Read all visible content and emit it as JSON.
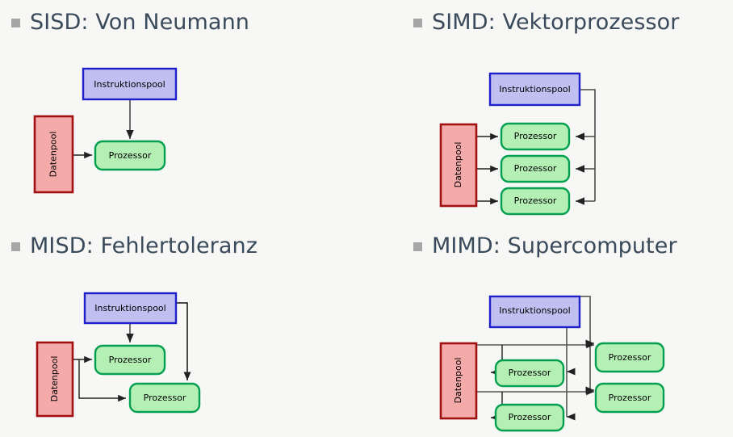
{
  "slide": {
    "background_color": "#f7f7f5",
    "bullet_color": "#a6a6a6",
    "heading_color": "#3b4a5a"
  },
  "palette": {
    "instruction_fill": "#bfbff2",
    "instruction_stroke": "#2020c8",
    "data_fill": "#f5aaaa",
    "data_stroke": "#a01010",
    "processor_fill": "#b4f0b4",
    "processor_stroke": "#00a050",
    "arrow_color": "#404040",
    "arrow_color_dark": "#000000"
  },
  "labels": {
    "instruction_pool": "Instruktionspool",
    "data_pool": "Datenpool",
    "processor": "Prozessor"
  },
  "quadrants": [
    {
      "id": "sisd",
      "bullet": "▪",
      "heading": "SISD: Von Neumann",
      "instruction_pools": 1,
      "data_pools": 1,
      "processors": 1
    },
    {
      "id": "simd",
      "bullet": "▪",
      "heading": "SIMD: Vektorprozessor",
      "instruction_pools": 1,
      "data_pools": 1,
      "processors": 3
    },
    {
      "id": "misd",
      "bullet": "▪",
      "heading": "MISD: Fehlertoleranz",
      "instruction_pools": 1,
      "data_pools": 1,
      "processors": 2
    },
    {
      "id": "mimd",
      "bullet": "▪",
      "heading": "MIMD: Supercomputer",
      "instruction_pools": 1,
      "data_pools": 1,
      "processors": 4
    }
  ],
  "diagram_labels": {
    "sisd": {
      "instruktionspool": "Instruktionspool",
      "datenpool": "Datenpool",
      "prozessor_1": "Prozessor"
    },
    "simd": {
      "instruktionspool": "Instruktionspool",
      "datenpool": "Datenpool",
      "prozessor_1": "Prozessor",
      "prozessor_2": "Prozessor",
      "prozessor_3": "Prozessor"
    },
    "misd": {
      "instruktionspool": "Instruktionspool",
      "datenpool": "Datenpool",
      "prozessor_1": "Prozessor",
      "prozessor_2": "Prozessor"
    },
    "mimd": {
      "instruktionspool": "Instruktionspool",
      "datenpool": "Datenpool",
      "prozessor_1": "Prozessor",
      "prozessor_2": "Prozessor",
      "prozessor_3": "Prozessor",
      "prozessor_4": "Prozessor"
    }
  }
}
